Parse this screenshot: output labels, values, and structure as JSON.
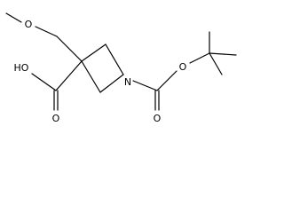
{
  "molecule": {
    "atoms": {
      "methoxy_o": "O",
      "acid_oh": "HO",
      "acid_o": "O",
      "ring_n": "N",
      "carbamate_o": "O",
      "ester_o": "O"
    }
  }
}
